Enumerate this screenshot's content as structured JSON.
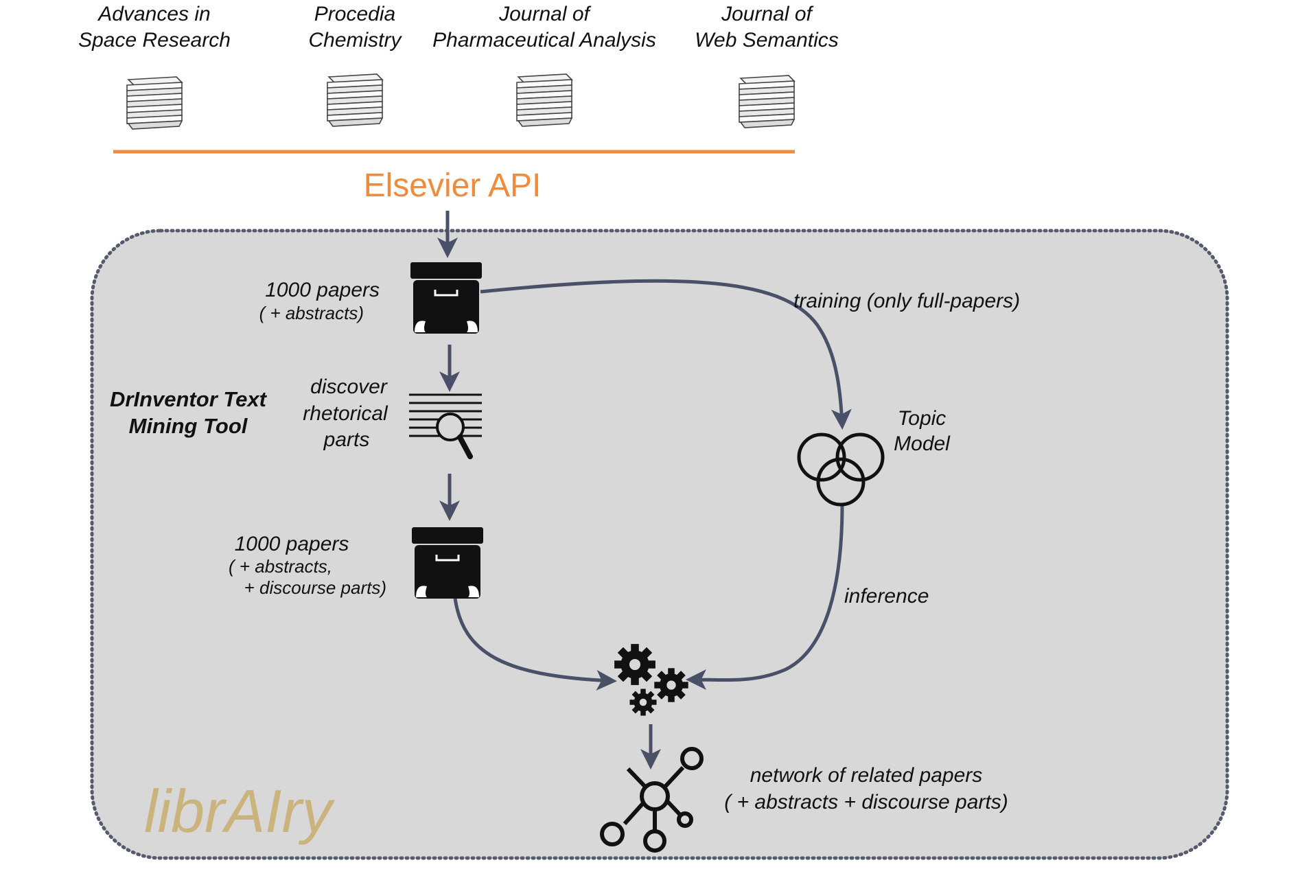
{
  "journals": [
    {
      "line1": "Advances in",
      "line2": "Space Research"
    },
    {
      "line1": "Procedia",
      "line2": "Chemistry"
    },
    {
      "line1": "Journal of",
      "line2": "Pharmaceutical Analysis"
    },
    {
      "line1": "Journal of",
      "line2": "Web Semantics"
    }
  ],
  "api_label": "Elsevier API",
  "tool_label": {
    "line1": "DrInventor Text",
    "line2": "Mining Tool"
  },
  "box1": {
    "title": "1000 papers",
    "sub": "( + abstracts)"
  },
  "discover": {
    "line1": "discover",
    "line2": "rhetorical",
    "line3": "parts"
  },
  "box2": {
    "title": "1000 papers",
    "sub1": "( + abstracts,",
    "sub2": "+ discourse parts)"
  },
  "training_label": "training  (only full-papers)",
  "topic_model": {
    "line1": "Topic",
    "line2": "Model"
  },
  "inference_label": "inference",
  "network": {
    "line1": "network of related papers",
    "line2": "( + abstracts + discourse parts)"
  },
  "logo_text": "librAIry",
  "colors": {
    "accent": "#f08a3c",
    "arrow": "#4a5068",
    "panel": "#d8d8d8",
    "logo": "#c9ad6e",
    "logo_dark": "#5a6a8a"
  }
}
